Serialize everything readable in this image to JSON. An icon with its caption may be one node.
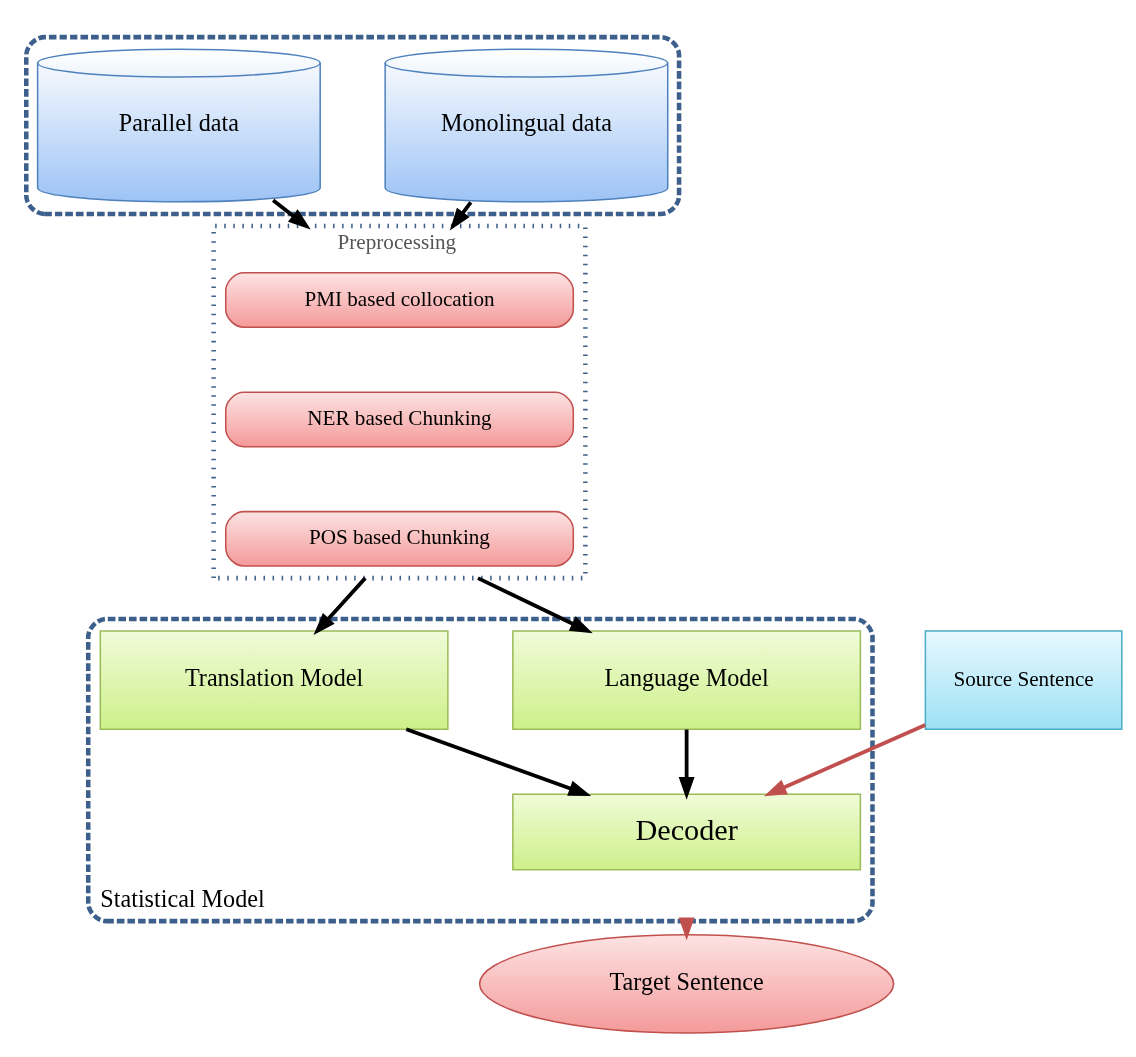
{
  "diagram": {
    "nodes": [
      {
        "text": [],
        "shape": "box"
      },
      {
        "text": [
          "Parallel data"
        ],
        "in": 0
      },
      {
        "text": [
          "Monolingual data"
        ],
        "in": 0
      },
      {
        "text": [
          "Preprocessing"
        ]
      },
      {
        "text": [
          "PMI based collocation"
        ],
        "in": 3
      },
      {
        "text": [
          "NER based Chunking"
        ],
        "in": 3
      },
      {
        "text": [
          "POS based Chunking"
        ],
        "in": 3
      },
      {
        "text": [
          "Statistical Model"
        ]
      },
      {
        "text": [
          "Translation Model"
        ],
        "in": 7
      },
      {
        "text": [
          "Language Model"
        ],
        "in": 7
      },
      {
        "text": [
          "Decoder"
        ],
        "in": 7
      },
      {
        "text": [
          "Source Sentence"
        ]
      },
      {
        "text": [
          "Target Sentence"
        ]
      }
    ],
    "edges": [
      {
        "from": 1,
        "to": 3,
        "arrow": "to"
      },
      {
        "from": 2,
        "to": 3,
        "arrow": "to"
      },
      {
        "from": 3,
        "to": 8,
        "arrow": "to"
      },
      {
        "from": 3,
        "to": 9,
        "arrow": "to"
      },
      {
        "from": 8,
        "to": 10,
        "arrow": "to"
      },
      {
        "from": 9,
        "to": 10,
        "arrow": "to"
      },
      {
        "from": 11,
        "to": 10,
        "arrow": "to",
        "color": "#c0504d"
      },
      {
        "from": 7,
        "to": 12,
        "arrow": "to",
        "color": "#c0504d"
      }
    ]
  }
}
